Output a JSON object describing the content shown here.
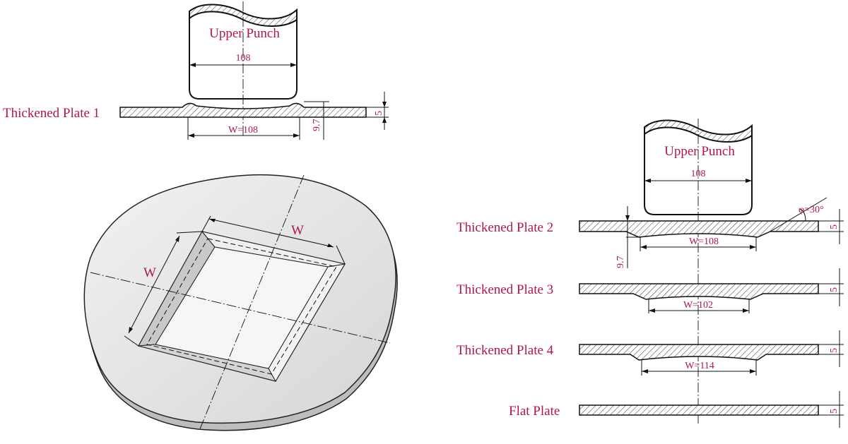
{
  "diagram": {
    "punch_1": {
      "label": "Upper Punch",
      "width_dim": "108"
    },
    "punch_2": {
      "label": "Upper Punch",
      "width_dim": "108"
    },
    "plates": [
      {
        "label": "Thickened Plate 1",
        "w_dim": "W=108",
        "thick_dim": "5",
        "height_dim": "9.7"
      },
      {
        "label": "Thickened Plate 2",
        "w_dim": "W=108",
        "thick_dim": "5",
        "height_dim": "9.7",
        "angle_dim": "φ=30°"
      },
      {
        "label": "Thickened Plate 3",
        "w_dim": "W=102",
        "thick_dim": "5"
      },
      {
        "label": "Thickened Plate 4",
        "w_dim": "W=114",
        "thick_dim": "5"
      },
      {
        "label": "Flat Plate",
        "thick_dim": "5"
      }
    ],
    "iso_view": {
      "w_label_top": "W",
      "w_label_left": "W"
    }
  }
}
